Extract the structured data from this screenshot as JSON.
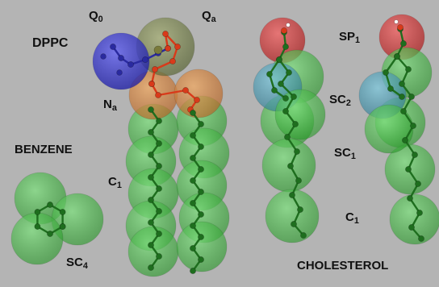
{
  "labels": {
    "dppc": "DPPC",
    "benzene": "BENZENE",
    "cholesterol": "CHOLESTEROL",
    "q0_main": "Q",
    "q0_sub": "0",
    "qa_main": "Q",
    "qa_sub": "a",
    "na_main": "N",
    "na_sub": "a",
    "c1_dppc_main": "C",
    "c1_dppc_sub": "1",
    "sc4_main": "SC",
    "sc4_sub": "4",
    "sp1_main": "SP",
    "sp1_sub": "1",
    "sc2_main": "SC",
    "sc2_sub": "2",
    "sc1_main": "SC",
    "sc1_sub": "1",
    "c1_chol_main": "C",
    "c1_chol_sub": "1"
  },
  "colors": {
    "background": "#b4b4b4",
    "bead_green": "#3dbb3d",
    "bead_blue": "#3a3ac8",
    "bead_olive": "#7a8a4a",
    "bead_orange": "#d2833a",
    "bead_red": "#c83a3a",
    "bead_teal": "#4a9ab0",
    "atom_dark": "#1e6e1e",
    "atom_red": "#d83a1a",
    "atom_blue": "#2a2aa0"
  }
}
